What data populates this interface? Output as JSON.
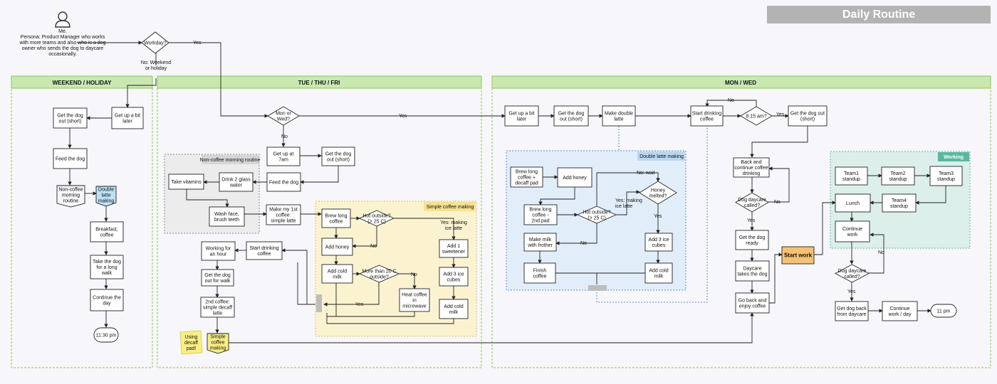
{
  "title": "Daily Routine",
  "persona": "Me.\nPersona: Product Manager who works\nwith more teams and also who is a dog\nowner who sends the dog to daycare\noccasionally.",
  "colors": {
    "title_bg": "#b3b3b3",
    "lane_bg": "#c9e8b0",
    "lane_border": "#8cc84b",
    "gray_group": "#ececec",
    "yellow_group": "#fbf3d0",
    "blue_group": "#e1eefa",
    "teal_group": "#dcefea",
    "teal_header": "#5bb8a0",
    "orange": "#f6c172",
    "sticky": "#f8ee83",
    "blue_icon": "#bfe0f5"
  },
  "lanes": [
    {
      "id": "weekend",
      "label": "WEEKEND / HOLIDAY"
    },
    {
      "id": "ttf",
      "label": "TUE / THU / FRI"
    },
    {
      "id": "mw",
      "label": "MON / WED"
    }
  ],
  "groups": [
    {
      "id": "noncoffee",
      "label": "Non-coffee morning routine"
    },
    {
      "id": "simple",
      "label": "Simple coffee making"
    },
    {
      "id": "double",
      "label": "Double latte making"
    },
    {
      "id": "working",
      "label": "Working"
    }
  ],
  "nodes": {
    "workday": "Workday?",
    "we_upbit": "Get up a bit\nlater",
    "we_dogout": "Get the dog\nout (short)",
    "we_feed": "Feed the dog",
    "we_noncoffee": "Non-coffee\nmorning\nroutine",
    "we_doublelatte": "Double\nlatte\nmaking",
    "we_breakfast": "Breakfast,\ncoffee",
    "we_walk": "Take the dog\nfor a long\nwalk",
    "we_continue": "Continue the\nday",
    "we_1130": "11:30 pm",
    "monwed_q": "Mon or\nWed?",
    "tt_up7": "Get up at\n7am",
    "tt_dogout": "Get the dog\nout (short)",
    "tt_feed": "Feed the dog",
    "nc_drink": "Drink 2 glass\nwater",
    "nc_vitamins": "Take vitamins",
    "nc_wash": "Wash face,\nbrush teeth",
    "tt_first": "Make my 1st\ncoffee:\nsimple latte",
    "sc_brew": "Brew long\ncoffee",
    "sc_hot": "Hot outside?\n(> 25 C)",
    "sc_honey": "Add honey",
    "sc_milk": "Add cold\nmilk",
    "sc_more20": "More than 20 C\noutside?",
    "sc_sweet": "Add 1\nsweetener",
    "sc_ice": "Add 3 ice\ncubes",
    "sc_cold": "Add cold\nmilk",
    "sc_heat": "Heat coffee\nin\nmicrowave",
    "tt_startdrink": "Start drinking\ncoffee",
    "tt_work": "Working for\nan hour",
    "tt_walk": "Get the dog\nout for walk",
    "tt_2nd": "2nd coffee:\nsimple decaff\nlatte",
    "tt_simple": "Simple\ncoffee\nmaking",
    "sticky": "Using\ndecaff\npad!",
    "mw_upbit": "Get up a bit\nlater",
    "mw_dogout": "Get the dog\nout (short)",
    "mw_double": "Make double\nlatte",
    "mw_startdrink": "Start drinking\ncoffee",
    "mw_815": "8:15 am?",
    "mw_dogout2": "Get the dog out\n(short)",
    "dl_brew": "Brew long\ncoffee +\ndecaff pad",
    "dl_honey": "Add honey",
    "dl_brew2": "Brew long\ncoffee -\n2nd pad",
    "dl_hot": "Hot outside?\n(> 25 C)",
    "dl_melted": "Honey\nmelted?",
    "dl_frother": "Make milk\nwith frother",
    "dl_ice": "Add 3 ice\ncubes",
    "dl_finish": "Finish\ncoffee",
    "dl_cold": "Add cold\nmilk",
    "mw_back": "Back and\ncontinue coffee\ndrinking",
    "mw_called": "Dog daycare\ncalled?",
    "mw_ready": "Get the dog\nready",
    "mw_daycare": "Daycare\ntakes the dog",
    "mw_goback": "Go back and\nenjoy coffee",
    "mw_startwork": "Start work",
    "wk_t1": "Team1\nstandup",
    "wk_t2": "Team2\nstandup",
    "wk_t3": "Team3\nstandup",
    "wk_t4": "Team4\nstandup",
    "wk_lunch": "Lunch",
    "wk_continue": "Continue\nwork",
    "wk_called": "Dog daycare\ncalled?",
    "wk_getback": "Get dog back\nfrom daycare",
    "wk_contday": "Continue\nwork / day",
    "wk_11": "11 pm"
  },
  "edge_labels": {
    "yes_workday": "Yes",
    "no_weekend": "No: Weekend\nor holiday",
    "yes_monwed": "Yes",
    "no_monwed": "No",
    "yes_making_ice": "Yes: making\nice latte",
    "no_hot": "No",
    "no_more20": "No",
    "yes_more20": "Yes",
    "no_wait": "No: wait",
    "yes_making_ice2": "Yes: making\nice latte",
    "yes_melted": "Yes",
    "no_dl_hot": "No",
    "no_815": "No",
    "yes_815": "Yes",
    "no_called": "No",
    "yes_called": "Yes",
    "no_wk_called": "No",
    "yes_wk_called": "Yes"
  }
}
